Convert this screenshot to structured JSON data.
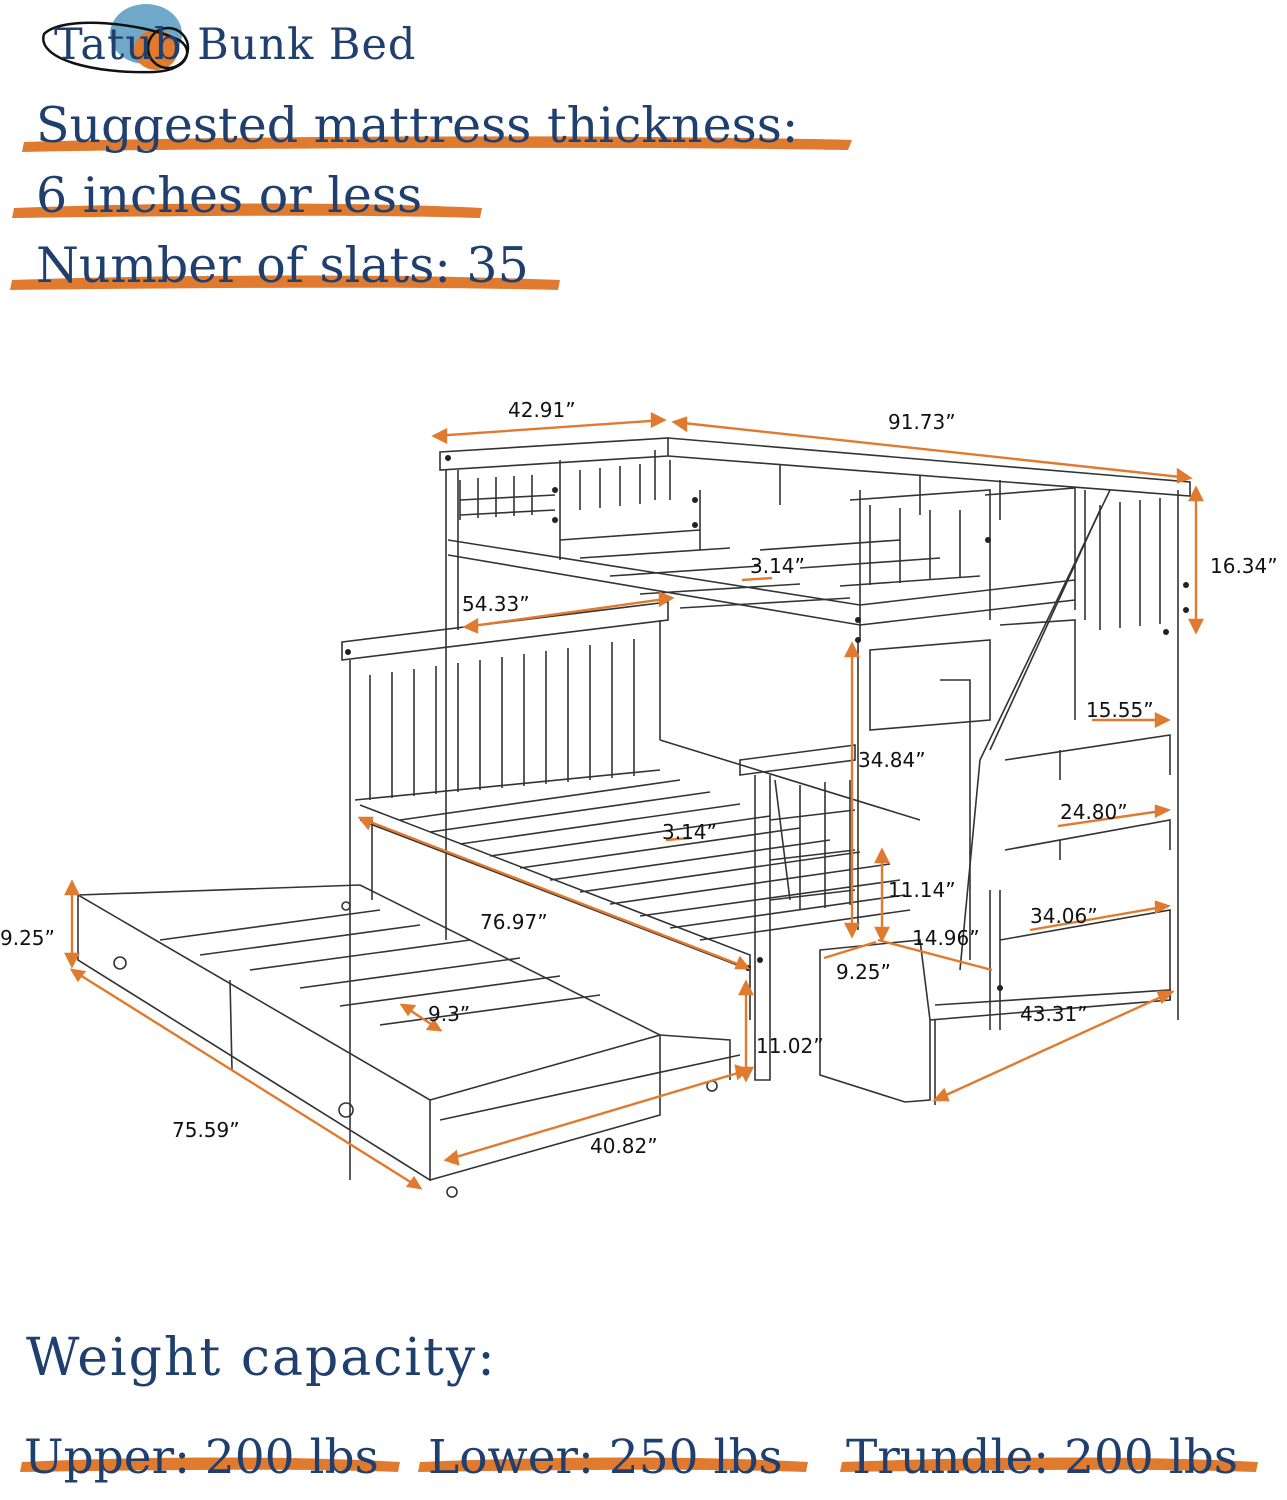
{
  "brand": {
    "name": "Tatub",
    "product": "Bunk Bed",
    "colors": {
      "text": "#1f3f6e",
      "accent": "#e07a2f",
      "bubble": "#6fa8c8"
    }
  },
  "specs": {
    "mattress_label": "Suggested mattress thickness:",
    "mattress_value": "6 inches or less",
    "slats": "Number of slats: 35"
  },
  "dimensions": [
    "42.91”",
    "91.73”",
    "16.34”",
    "3.14”",
    "54.33”",
    "15.55”",
    "34.84”",
    "24.80”",
    "3.14”",
    "11.14”",
    "34.06”",
    "9.25”",
    "76.97”",
    "14.96”",
    "9.25”",
    "43.31”",
    "9.3”",
    "11.02”",
    "75.59”",
    "40.82”"
  ],
  "weight": {
    "title": "Weight capacity:",
    "upper": "Upper: 200 lbs",
    "lower": "Lower: 250 lbs",
    "trundle": "Trundle: 200 lbs"
  }
}
